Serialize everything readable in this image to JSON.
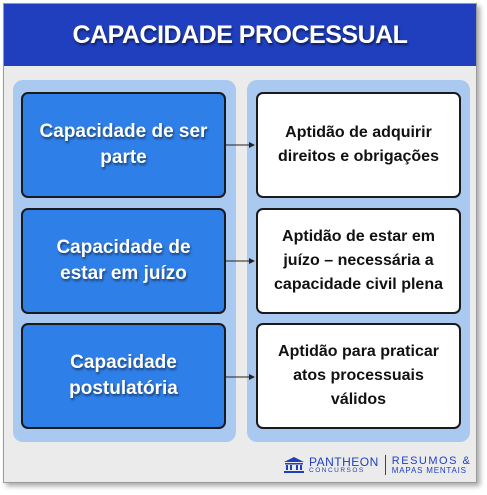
{
  "title": "CAPACIDADE PROCESSUAL",
  "rows": [
    {
      "left": "Capacidade de ser parte",
      "right": "Aptidão de adquirir direitos e obrigações"
    },
    {
      "left": "Capacidade de estar em juízo",
      "right": "Aptidão de estar em juízo – necessária a capacidade civil plena"
    },
    {
      "left": "Capacidade postulatória",
      "right": "Aptidão para praticar atos processuais válidos"
    }
  ],
  "brand": {
    "name": "PANTHEON",
    "sub": "CONCURSOS",
    "product_line1": "RESUMOS &",
    "product_line2": "MAPAS MENTAIS"
  },
  "colors": {
    "title_bar": "#1f3fbf",
    "left_box": "#2f7fe8",
    "column_bg": "#a9c9f0",
    "page_bg": "#ebebeb"
  }
}
